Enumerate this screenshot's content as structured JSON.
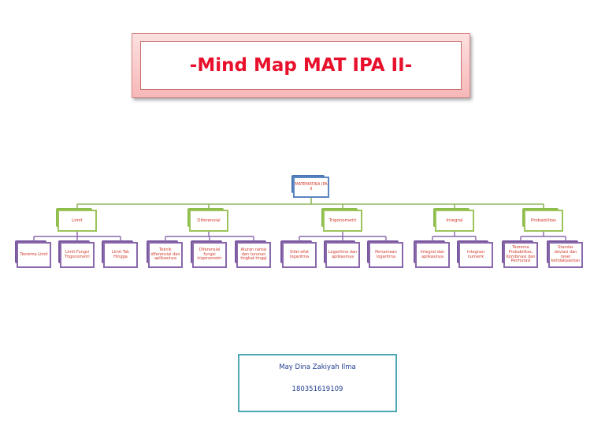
{
  "title": "-Mind Map MAT IPA II-",
  "root": "MATEMATIKA IPA II",
  "branches": [
    {
      "label": "Limit",
      "children": [
        "Teorema Limit",
        "Limit Fungsi Trigonometri",
        "Limit Tak Hingga"
      ]
    },
    {
      "label": "Diferensial",
      "children": [
        "Teknik diferensial dan aplikasinya",
        "Diferensial fungsi trigonometri",
        "Aturan rantai dan turunan tingkat tinggi"
      ]
    },
    {
      "label": "Trigonometri",
      "children": [
        "Sifat-sifat logaritma",
        "Logaritma dan aplikasinya",
        "Persamaan logaritma"
      ]
    },
    {
      "label": "Integral",
      "children": [
        "Integral dan aplikasinya",
        "Integrasi numerik"
      ]
    },
    {
      "label": "Probabilitas",
      "children": [
        "Teorema Probabilitas, Kombinasi dan Permutasi",
        "Standar deviasi dan tesel ketidakpastian"
      ]
    }
  ],
  "author": {
    "name": "May Dina Zakiyah Ilma",
    "id": "180351619109"
  },
  "colors": {
    "title": "#e8102a",
    "root_border": "#5b86c0",
    "branch_border": "#9cc45a",
    "leaf_border": "#8a68ac",
    "connector": "#8fb55e",
    "info_border": "#4ea8b4"
  }
}
